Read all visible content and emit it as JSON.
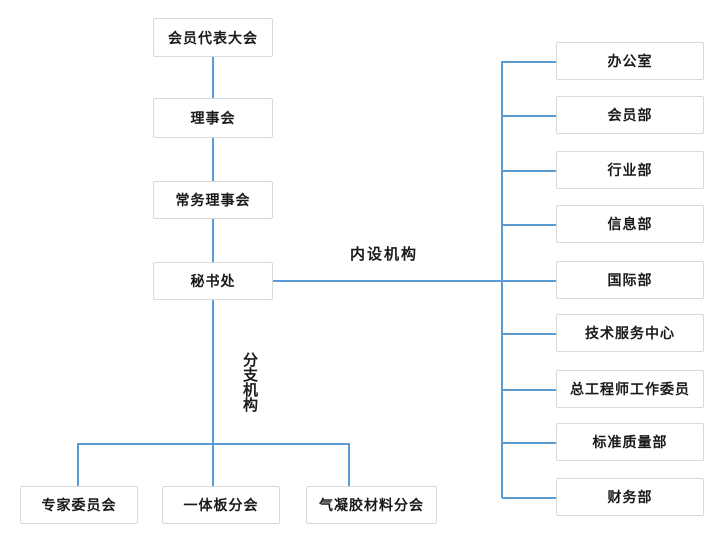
{
  "colors": {
    "connector_line": "#5b9bd5",
    "box_border": "#d9d9d9",
    "box_background": "#ffffff",
    "text": "#1a1a1a",
    "page_background": "#ffffff"
  },
  "hierarchy": {
    "member_congress": "会员代表大会",
    "council": "理事会",
    "standing_council": "常务理事会",
    "secretariat": "秘书处"
  },
  "internal": {
    "label": "内设机构",
    "departments": [
      "办公室",
      "会员部",
      "行业部",
      "信息部",
      "国际部",
      "技术服务中心",
      "总工程师工作委员",
      "标准质量部",
      "财务部"
    ]
  },
  "branch": {
    "label": "分支机构",
    "items": [
      "专家委员会",
      "一体板分会",
      "气凝胶材料分会"
    ]
  }
}
